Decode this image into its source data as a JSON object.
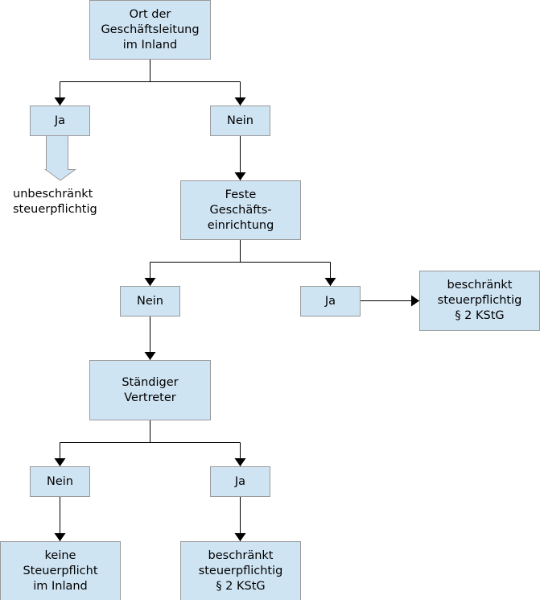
{
  "colors": {
    "box_fill": "#cfe4f3",
    "box_border": "#9a9a9a",
    "line": "#000000"
  },
  "nodes": {
    "root": [
      "Ort der",
      "Geschäftsleitung",
      "im Inland"
    ],
    "ja1": "Ja",
    "nein1": "Nein",
    "result_unbeschraenkt": [
      "unbeschränkt",
      "steuerpflichtig"
    ],
    "feste": [
      "Feste",
      "Geschäfts-",
      "einrichtung"
    ],
    "nein2": "Nein",
    "ja2": "Ja",
    "result_beschraenkt_1": [
      "beschränkt",
      "steuerpflichtig",
      "§ 2 KStG"
    ],
    "vertreter": [
      "Ständiger",
      "Vertreter"
    ],
    "nein3": "Nein",
    "ja3": "Ja",
    "result_keine": [
      "keine",
      "Steuerpflicht",
      "im Inland"
    ],
    "result_beschraenkt_2": [
      "beschränkt",
      "steuerpflichtig",
      "§ 2 KStG"
    ]
  }
}
